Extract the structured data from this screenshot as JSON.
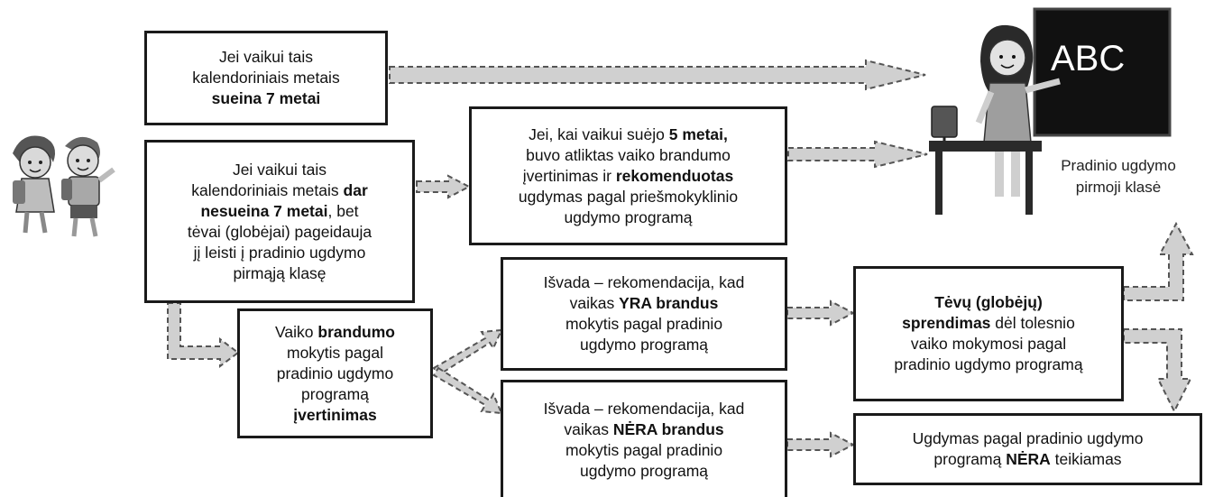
{
  "boxes": {
    "b1": {
      "l1": "Jei vaikui tais",
      "l2": "kalendoriniais metais",
      "l3": "sueina 7 metai"
    },
    "b2": {
      "l1": "Jei vaikui tais",
      "l2a": "kalendoriniais metais ",
      "l2b": "dar",
      "l3a": "nesueina 7 metai",
      "l3b": ", bet",
      "l4": "tėvai (globėjai) pageidauja",
      "l5": "jį leisti į pradinio ugdymo",
      "l6": "pirmąją klasę"
    },
    "b3": {
      "l1a": "Jei, kai vaikui suėjo ",
      "l1b": "5 metai,",
      "l2": "buvo atliktas vaiko brandumo",
      "l3a": "įvertinimas ir ",
      "l3b": "rekomenduotas",
      "l4": "ugdymas pagal priešmokyklinio",
      "l5": "ugdymo programą"
    },
    "b4": {
      "l1a": "Vaiko ",
      "l1b": "brandumo",
      "l2": "mokytis pagal",
      "l3": "pradinio ugdymo",
      "l4": "programą",
      "l5": "įvertinimas"
    },
    "b5": {
      "l1": "Išvada – rekomendacija, kad",
      "l2a": "vaikas ",
      "l2b": "YRA brandus",
      "l3": "mokytis pagal pradinio",
      "l4": "ugdymo programą"
    },
    "b6": {
      "l1": "Išvada – rekomendacija, kad",
      "l2a": "vaikas ",
      "l2b": "NĖRA brandus",
      "l3": "mokytis pagal pradinio",
      "l4": "ugdymo programą"
    },
    "b7": {
      "l1": "Tėvų (globėjų)",
      "l2a": "sprendimas",
      "l2b": " dėl tolesnio",
      "l3": "vaiko mokymosi pagal",
      "l4": "pradinio ugdymo programą"
    },
    "b8": {
      "l1": "Ugdymas pagal pradinio ugdymo",
      "l2a": "programą ",
      "l2b": "NĖRA",
      "l2c": " teikiamas"
    }
  },
  "caption": {
    "l1": "Pradinio ugdymo",
    "l2": "pirmoji klasė"
  },
  "blackboard_text": "ABC",
  "colors": {
    "border": "#1a1a1a",
    "arrow_fill": "#d0d0d0",
    "arrow_stroke": "#555555",
    "board": "#111111"
  }
}
